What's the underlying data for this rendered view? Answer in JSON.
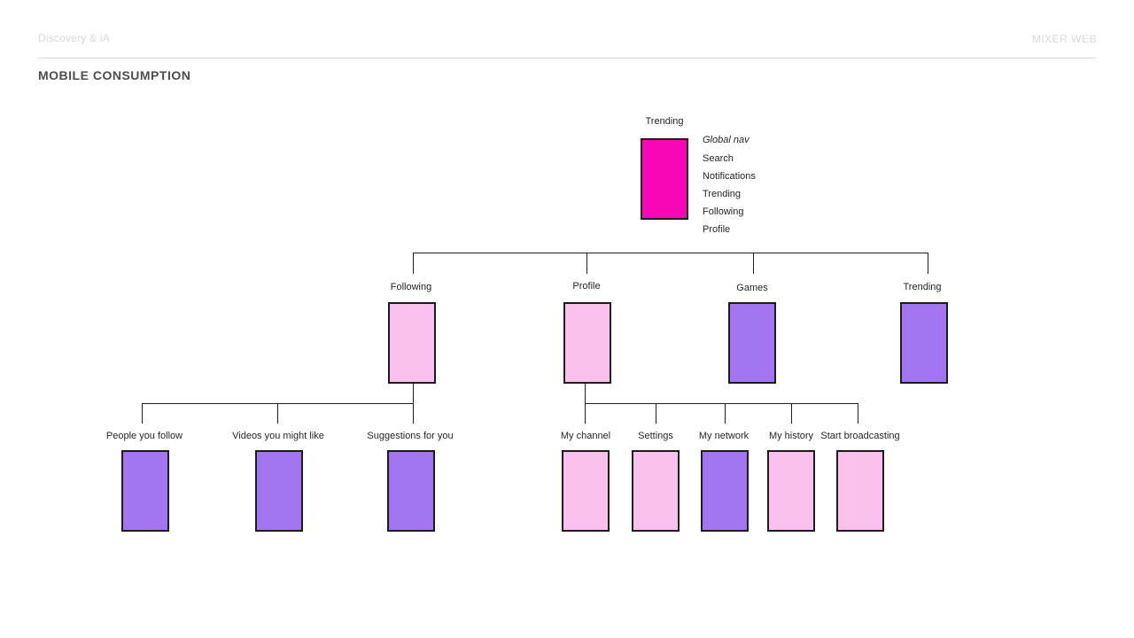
{
  "header": {
    "project": "Discovery & iA",
    "product": "MIXER WEB",
    "title": "MOBILE CONSUMPTION"
  },
  "colors": {
    "magenta": "#f707b5",
    "pink": "#fac1ef",
    "purple": "#a374f0",
    "line": "#1f1f1f",
    "header_gray": "#d8d8d8",
    "title_gray": "#4d4d4d"
  },
  "diagram": {
    "root": {
      "label": "Trending",
      "color": "magenta"
    },
    "global_nav": {
      "title": "Global nav",
      "items": [
        "Search",
        "Notifications",
        "Trending",
        "Following",
        "Profile"
      ]
    },
    "level2": [
      {
        "label": "Following",
        "color": "pink"
      },
      {
        "label": "Profile",
        "color": "pink"
      },
      {
        "label": "Games",
        "color": "purple"
      },
      {
        "label": "Trending",
        "color": "purple"
      }
    ],
    "level3_following": [
      {
        "label": "People you follow",
        "color": "purple"
      },
      {
        "label": "Videos you might like",
        "color": "purple"
      },
      {
        "label": "Suggestions for you",
        "color": "purple"
      }
    ],
    "level3_profile": [
      {
        "label": "My channel",
        "color": "pink"
      },
      {
        "label": "Settings",
        "color": "pink"
      },
      {
        "label": "My network",
        "color": "purple"
      },
      {
        "label": "My history",
        "color": "pink"
      },
      {
        "label": "Start broadcasting",
        "color": "pink"
      }
    ]
  }
}
